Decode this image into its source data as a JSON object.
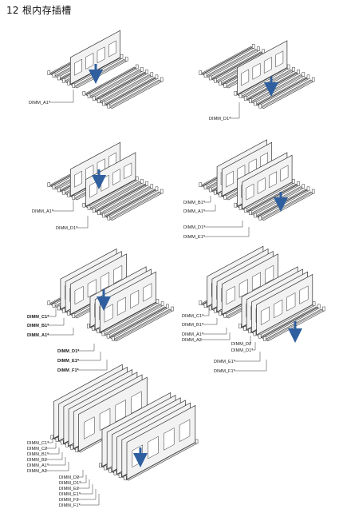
{
  "page": {
    "title": "12 根内存插槽"
  },
  "colors": {
    "line": "#333333",
    "slot_dark": "#5a5a5a",
    "slot_mid": "#9a9a9a",
    "module": "#f2f2f2",
    "arrow": "#2f5f9e"
  },
  "diagrams": [
    {
      "id": "d1",
      "labels": [
        "DIMM_A1*"
      ]
    },
    {
      "id": "d2",
      "labels": [
        "DIMM_D1*"
      ]
    },
    {
      "id": "d3",
      "labels": [
        "DIMM_A1*",
        "DIMM_D1*"
      ]
    },
    {
      "id": "d4",
      "labels": [
        "DIMM_B1*",
        "DIMM_A1*",
        "DIMM_D1*",
        "DIMM_E1*"
      ]
    },
    {
      "id": "d5",
      "labels": [
        "DIMM_C1*",
        "DIMM_B1*",
        "DIMM_A1*",
        "DIMM_D1*",
        "DIMM_E1*",
        "DIMM_F1*"
      ]
    },
    {
      "id": "d6",
      "labels": [
        "DIMM_C1*",
        "DIMM_B1*",
        "DIMM_A1*",
        "DIMM_A2",
        "DIMM_D2",
        "DIMM_D1*",
        "DIMM_E1*",
        "DIMM_F1*"
      ]
    },
    {
      "id": "d7",
      "labels": [
        "DIMM_C1*",
        "DIMM_C2",
        "DIMM_B1*",
        "DIMM_B2",
        "DIMM_A1*",
        "DIMM_A2",
        "DIMM_D2",
        "DIMM_D1*",
        "DIMM_E2",
        "DIMM_E1*",
        "DIMM_F2",
        "DIMM_F1*"
      ]
    }
  ]
}
